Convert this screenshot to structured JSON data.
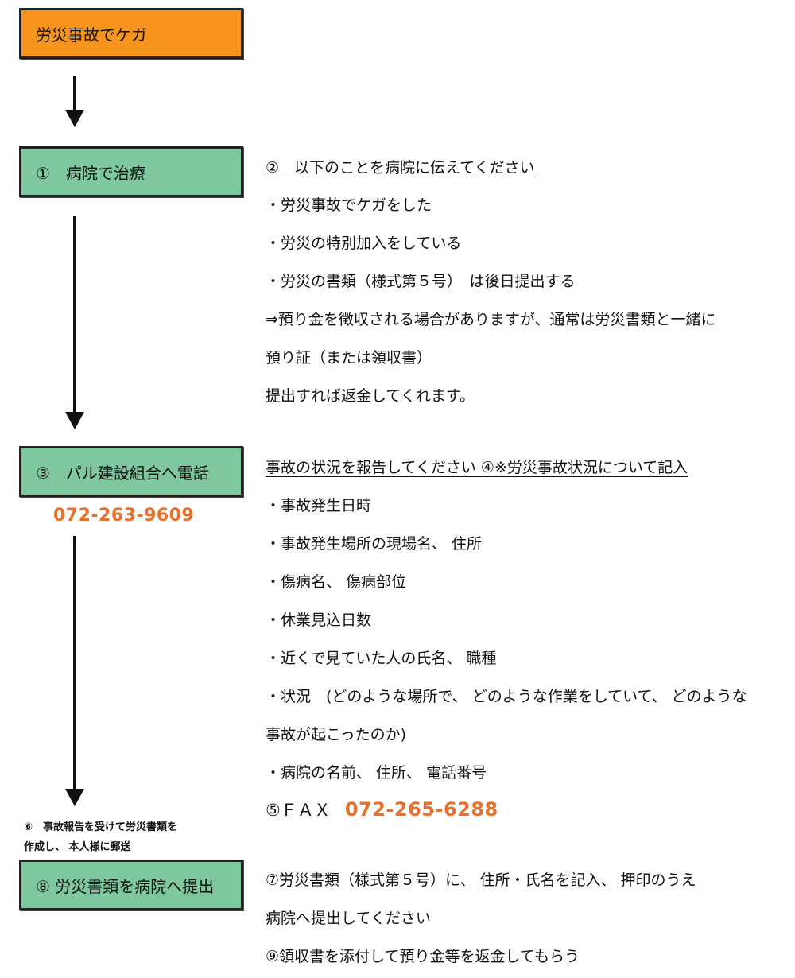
{
  "step0": {
    "label": "労災事故でケガ",
    "color": "#f7941d"
  },
  "step1": {
    "label": "①　病院で治療",
    "color": "#7fc79f"
  },
  "step2": {
    "heading": "②　以下のことを病院に伝えてください",
    "items": [
      "・労災事故でケガをした",
      "・労災の特別加入をしている",
      "・労災の書類（様式第５号）　は後日提出する",
      "⇒預り金を徴収される場合がありますが、通常は労災書類と一緒に",
      "預り証（または領収書）",
      "提出すれば返金してくれます。"
    ]
  },
  "step3": {
    "label": "③　パル建設組合へ電話",
    "phone": "072-263-9609",
    "color": "#7fc79f"
  },
  "step4": {
    "heading": "事故の状況を報告してください ④※労災事故状況について記入",
    "items": [
      "・事故発生日時",
      "・事故発生場所の現場名、 住所",
      "・傷病名、 傷病部位",
      "・休業見込日数",
      "・近くで見ていた人の氏名、 職種",
      "・状況　(どのような場所で、 どのような作業をしていて、 どのような",
      "事故が起こったのか)",
      "・病院の名前、 住所、 電話番号"
    ]
  },
  "step5": {
    "label": "⑤ＦＡＸ",
    "fax": "072-265-6288"
  },
  "step6": {
    "note_line1": "⑥　事故報告を受けて労災書類を",
    "note_line2": "作成し、 本人様に郵送"
  },
  "step7": {
    "line1": "⑦労災書類（様式第５号）に、 住所・氏名を記入、 押印のうえ",
    "line2": "病院へ提出してください"
  },
  "step8": {
    "label": "⑧ 労災書類を病院へ提出",
    "color": "#7fc79f"
  },
  "step9": {
    "text": "⑨領収書を添付して預り金等を返金してもらう"
  },
  "accent_color": "#e8702a"
}
